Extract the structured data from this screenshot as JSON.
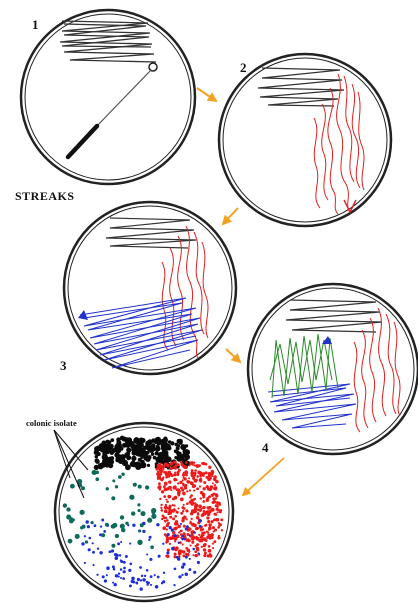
{
  "labels": {
    "plate_1": "1",
    "plate_2": "2",
    "plate_3": "3",
    "plate_4": "4",
    "title": "STREAKS",
    "colony": "colonic isolate"
  },
  "colors": {
    "plate_rim": "#222222",
    "streak_1": "#333333",
    "streak_2": "#e02020",
    "streak_3": "#2233cc",
    "streak_4": "#2a8a2a",
    "arrow": "#f5a020",
    "colony_dark": "#0b0b0b",
    "colony_red": "#ee1a1a",
    "colony_blue": "#1c2ed4",
    "colony_teal": "#0f6a5a"
  }
}
